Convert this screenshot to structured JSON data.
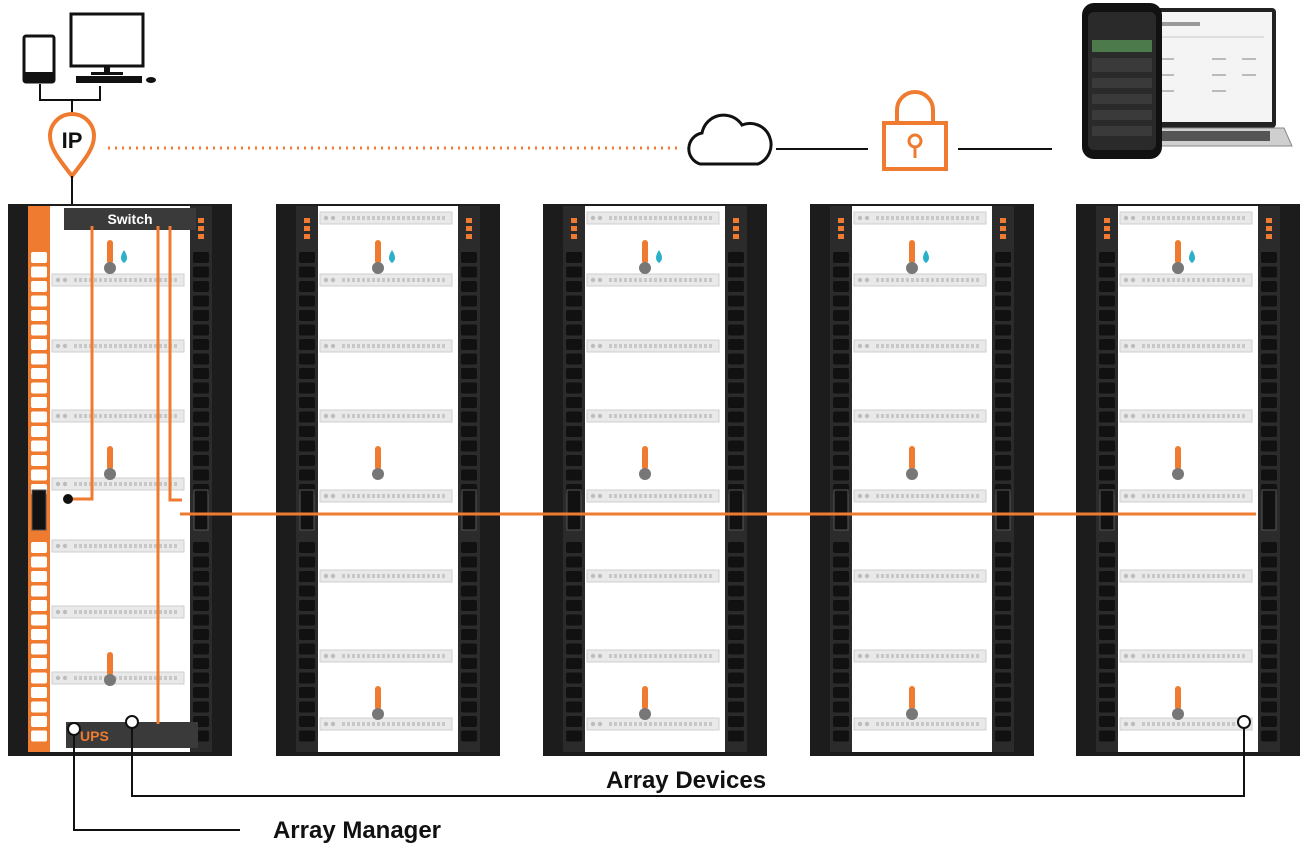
{
  "labels": {
    "ip": "IP",
    "switch": "Switch",
    "ups": "UPS",
    "array_devices": "Array Devices",
    "array_manager": "Array Manager"
  },
  "icons": {
    "workstation": "desktop-computer-and-tablet-icon",
    "location": "ip-location-pin-icon",
    "cloud": "cloud-icon",
    "security": "padlock-icon",
    "remote": "phone-and-laptop-icon",
    "temperature": "thermometer-icon",
    "humidity": "humidity-drop-icon"
  },
  "racks": [
    "rack-1",
    "rack-2",
    "rack-3",
    "rack-4",
    "rack-5"
  ],
  "colors": {
    "accent": "#ef7b30",
    "pdu": "#2b2b2b",
    "rack_frame": "#1c1c1c",
    "server_unit": "#e9e9e9"
  }
}
